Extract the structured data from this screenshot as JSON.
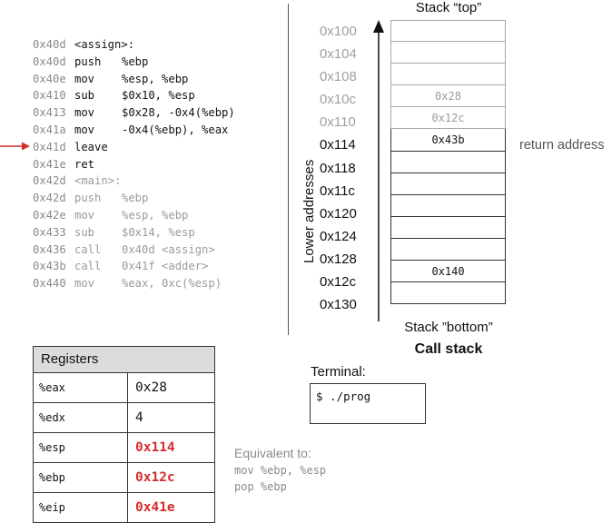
{
  "listing": [
    {
      "addr": "0x40d",
      "mn": "",
      "ops": "<assign>:",
      "state": "hl",
      "is_label": true
    },
    {
      "addr": "0x40d",
      "mn": "push",
      "ops": "%ebp",
      "state": "hl"
    },
    {
      "addr": "0x40e",
      "mn": "mov",
      "ops": "%esp, %ebp",
      "state": "hl"
    },
    {
      "addr": "0x410",
      "mn": "sub",
      "ops": "$0x10, %esp",
      "state": "hl"
    },
    {
      "addr": "0x413",
      "mn": "mov",
      "ops": "$0x28, -0x4(%ebp)",
      "state": "hl"
    },
    {
      "addr": "0x41a",
      "mn": "mov",
      "ops": "-0x4(%ebp), %eax",
      "state": "hl"
    },
    {
      "addr": "0x41d",
      "mn": "leave",
      "ops": "",
      "state": "hl"
    },
    {
      "addr": "0x41e",
      "mn": "ret",
      "ops": "",
      "state": "hl"
    },
    {
      "addr": "0x42d",
      "mn": "",
      "ops": "<main>:",
      "state": "dim",
      "is_label": true
    },
    {
      "addr": "0x42d",
      "mn": "push",
      "ops": "%ebp",
      "state": "dim"
    },
    {
      "addr": "0x42e",
      "mn": "mov",
      "ops": "%esp, %ebp",
      "state": "dim"
    },
    {
      "addr": "0x433",
      "mn": "sub",
      "ops": "$0x14, %esp",
      "state": "dim"
    },
    {
      "addr": "0x436",
      "mn": "call",
      "ops": "0x40d <assign>",
      "state": "dim"
    },
    {
      "addr": "0x43b",
      "mn": "call",
      "ops": "0x41f <adder>",
      "state": "dim"
    },
    {
      "addr": "0x440",
      "mn": "mov",
      "ops": "%eax, 0xc(%esp)",
      "state": "dim"
    }
  ],
  "current_instruction_index": 6,
  "registers": {
    "header": "Registers",
    "rows": [
      {
        "name": "%eax",
        "value": "0x28",
        "changed": false
      },
      {
        "name": "%edx",
        "value": "4",
        "changed": false
      },
      {
        "name": "%esp",
        "value": "0x114",
        "changed": true
      },
      {
        "name": "%ebp",
        "value": "0x12c",
        "changed": true
      },
      {
        "name": "%eip",
        "value": "0x41e",
        "changed": true
      }
    ]
  },
  "equivalent": {
    "title": "Equivalent to:",
    "lines": [
      "mov %ebp, %esp",
      "pop %ebp"
    ]
  },
  "stack": {
    "top_label": "Stack “top”",
    "bottom_label": "Stack ”bottom”",
    "title": "Call stack",
    "side_label": "Lower addresses",
    "return_label": "return address",
    "cells": [
      {
        "addr": "0x100",
        "value": "",
        "dim": true
      },
      {
        "addr": "0x104",
        "value": "",
        "dim": true
      },
      {
        "addr": "0x108",
        "value": "",
        "dim": true
      },
      {
        "addr": "0x10c",
        "value": "0x28",
        "dim": true
      },
      {
        "addr": "0x110",
        "value": "0x12c",
        "dim": true
      },
      {
        "addr": "0x114",
        "value": "0x43b",
        "dim": false
      },
      {
        "addr": "0x118",
        "value": "",
        "dim": false
      },
      {
        "addr": "0x11c",
        "value": "",
        "dim": false
      },
      {
        "addr": "0x120",
        "value": "",
        "dim": false
      },
      {
        "addr": "0x124",
        "value": "",
        "dim": false
      },
      {
        "addr": "0x128",
        "value": "",
        "dim": false
      },
      {
        "addr": "0x12c",
        "value": "0x140",
        "dim": false
      },
      {
        "addr": "0x130",
        "value": "",
        "dim": false
      }
    ]
  },
  "terminal": {
    "label": "Terminal:",
    "line": "$ ./prog"
  },
  "colors": {
    "accent": "#d62c2c",
    "dim_text": "#9a9a9a",
    "header_bg": "#dcdcdc"
  }
}
